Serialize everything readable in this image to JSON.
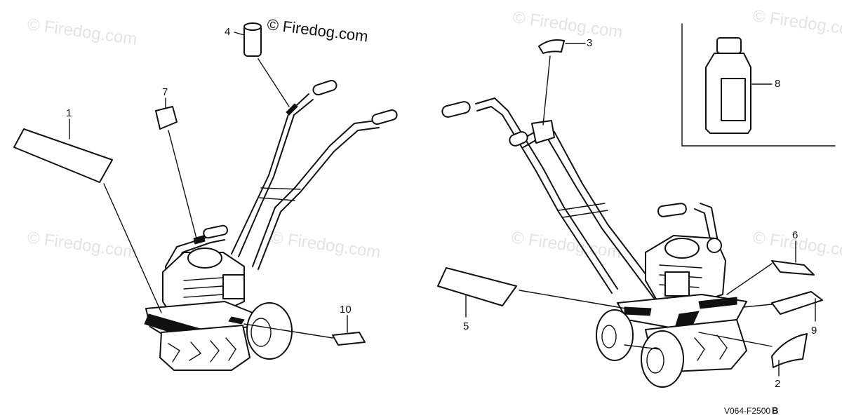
{
  "credit": "© Firedog.com",
  "figure_code": "V064-F2500",
  "figure_suffix": "B",
  "watermark": "© Firedog.com",
  "callouts": {
    "c1": "1",
    "c2": "2",
    "c3": "3",
    "c4": "4",
    "c5": "5",
    "c6": "6",
    "c7": "7",
    "c8": "8",
    "c9": "9",
    "c10": "10"
  }
}
